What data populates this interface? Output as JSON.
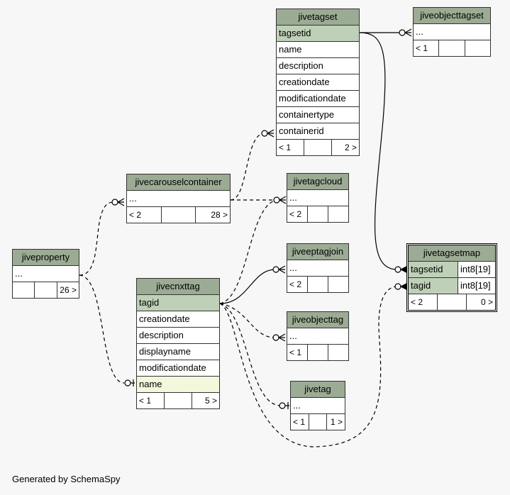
{
  "footer": "Generated by SchemaSpy",
  "tables": {
    "jivetagset": {
      "name": "jivetagset",
      "columns": [
        "tagsetid",
        "name",
        "description",
        "creationdate",
        "modificationdate",
        "containertype",
        "containerid"
      ],
      "parents": "< 1",
      "children": "2 >"
    },
    "jiveobjecttagset": {
      "name": "jiveobjecttagset",
      "columns": [
        "..."
      ],
      "parents": "< 1",
      "children": ""
    },
    "jivecarouselcontainer": {
      "name": "jivecarouselcontainer",
      "columns": [
        "..."
      ],
      "parents": "< 2",
      "children": "28 >"
    },
    "jivetagcloud": {
      "name": "jivetagcloud",
      "columns": [
        "..."
      ],
      "parents": "< 2",
      "children": ""
    },
    "jiveproperty": {
      "name": "jiveproperty",
      "columns": [
        "..."
      ],
      "parents": "",
      "children": "26 >"
    },
    "jiveeptagjoin": {
      "name": "jiveeptagjoin",
      "columns": [
        "..."
      ],
      "parents": "< 2",
      "children": ""
    },
    "jivecnxttag": {
      "name": "jivecnxttag",
      "columns": [
        "tagid",
        "creationdate",
        "description",
        "displayname",
        "modificationdate",
        "name"
      ],
      "parents": "< 1",
      "children": "5 >"
    },
    "jiveobjecttag": {
      "name": "jiveobjecttag",
      "columns": [
        "..."
      ],
      "parents": "< 1",
      "children": ""
    },
    "jivetag": {
      "name": "jivetag",
      "columns": [
        "..."
      ],
      "parents": "< 1",
      "children": "1 >"
    },
    "jivetagsetmap": {
      "name": "jivetagsetmap",
      "columns": [
        {
          "name": "tagsetid",
          "type": "int8[19]"
        },
        {
          "name": "tagid",
          "type": "int8[19]"
        }
      ],
      "parents": "< 2",
      "children": "0 >"
    }
  }
}
